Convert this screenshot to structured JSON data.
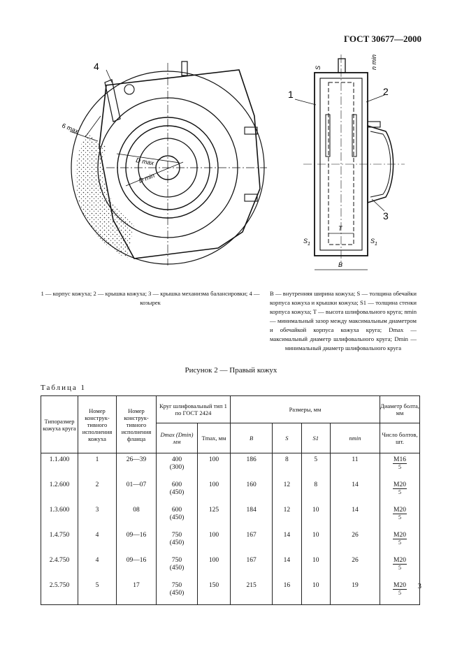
{
  "header": {
    "doc_code": "ГОСТ 30677—2000"
  },
  "figure": {
    "left_callouts": {
      "n4": "4",
      "six_max": "6 max",
      "d_max": "D max",
      "d_min": "D min"
    },
    "right_callouts": {
      "n1": "1",
      "n2": "2",
      "n3": "3",
      "s": "S",
      "n_min": "n min",
      "s1_left": "S",
      "s1_right": "S",
      "t": "T",
      "b": "B",
      "sub1": "1"
    },
    "caption_left": "1 — корпус кожуха; 2 — крышка кожуха; 3 — крышка механизма балансировки; 4 — козырек",
    "caption_right": "B — внутренняя ширина кожуха; S — толщина обечайки корпуса кожуха и крышки кожуха; S1 — толщина стенки корпуса кожуха; T — высота шлифовального круга; nmin — минимальный зазор между максимальным диаметром и обечайкой корпуса кожуха круга; Dmax — максимальный диаметр шлифовального круга; Dmin — минимальный диаметр шлифовального круга",
    "title": "Рисунок 2 — Правый кожух"
  },
  "table": {
    "label": "Таблица 1",
    "headers": {
      "size": "Типоразмер кожуха круга",
      "casing_no": "Номер конструк­тивного исполнения кожуха",
      "flange_no": "Номер конструк­тивного исполнения фланца",
      "wheel_group": "Круг шлифовальный тип 1 по ГОСТ 2424",
      "dmax": "Dmax (Dmin) мм",
      "tmax": "Tmax, мм",
      "dims_group": "Размеры, мм",
      "b": "B",
      "s": "S",
      "s1": "S1",
      "nmin": "nmin",
      "bolt_diam": "Диаметр болта, мм",
      "bolt_count": "Число болтов, шт."
    },
    "rows": [
      {
        "size": "1.1.400",
        "casing": "1",
        "flange": "26—39",
        "dmax": "400",
        "dmin": "(300)",
        "tmax": "100",
        "b": "186",
        "s": "8",
        "s1": "5",
        "nmin": "11",
        "bolt": "M16",
        "bolts": "5"
      },
      {
        "size": "1.2.600",
        "casing": "2",
        "flange": "01—07",
        "dmax": "600",
        "dmin": "(450)",
        "tmax": "100",
        "b": "160",
        "s": "12",
        "s1": "8",
        "nmin": "14",
        "bolt": "M20",
        "bolts": "5"
      },
      {
        "size": "1.3.600",
        "casing": "3",
        "flange": "08",
        "dmax": "600",
        "dmin": "(450)",
        "tmax": "125",
        "b": "184",
        "s": "12",
        "s1": "10",
        "nmin": "14",
        "bolt": "M20",
        "bolts": "5"
      },
      {
        "size": "1.4.750",
        "casing": "4",
        "flange": "09—16",
        "dmax": "750",
        "dmin": "(450)",
        "tmax": "100",
        "b": "167",
        "s": "14",
        "s1": "10",
        "nmin": "26",
        "bolt": "M20",
        "bolts": "5"
      },
      {
        "size": "2.4.750",
        "casing": "4",
        "flange": "09—16",
        "dmax": "750",
        "dmin": "(450)",
        "tmax": "100",
        "b": "167",
        "s": "14",
        "s1": "10",
        "nmin": "26",
        "bolt": "M20",
        "bolts": "5"
      },
      {
        "size": "2.5.750",
        "casing": "5",
        "flange": "17",
        "dmax": "750",
        "dmin": "(450)",
        "tmax": "150",
        "b": "215",
        "s": "16",
        "s1": "10",
        "nmin": "19",
        "bolt": "M20",
        "bolts": "5"
      }
    ]
  },
  "page_number": "3"
}
